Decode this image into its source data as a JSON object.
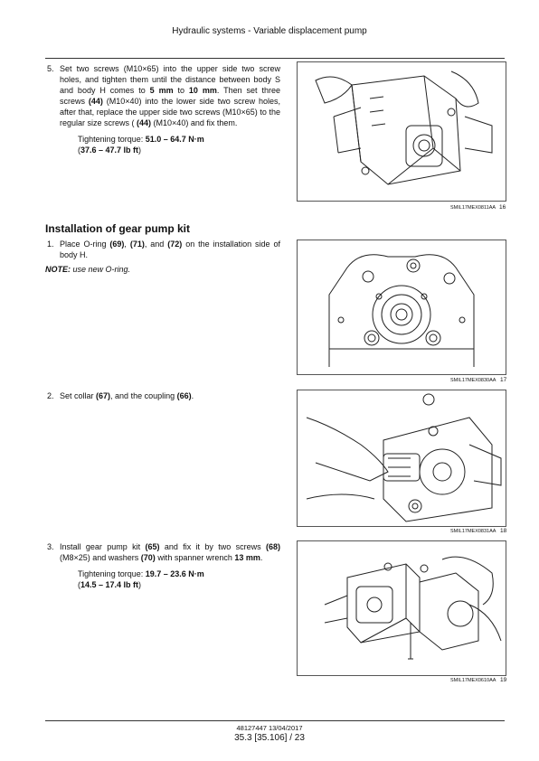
{
  "header": {
    "title": "Hydraulic systems - Variable displacement pump"
  },
  "step5": {
    "num": "5.",
    "text_a": "Set two screws (M10×65) into the upper side two screw holes, and tighten them until the distance between body S and body H comes to ",
    "b1": "5 mm",
    "text_b": " to ",
    "b2": "10 mm",
    "text_c": ".  Then set three screws ",
    "b3": "(44)",
    "text_d": " (M10×40) into the lower side two screw holes, after that, replace the upper side two screws (M10×65) to the regular size screws ( ",
    "b4": "(44)",
    "text_e": " (M10×40) and fix them.",
    "torque_label": "Tightening torque: ",
    "torque_nm": "51.0 – 64.7 N·m",
    "torque_paren_open": "(",
    "torque_lbft": "37.6 – 47.7 lb ft",
    "torque_paren_close": ")"
  },
  "section": {
    "title": "Installation of gear pump kit"
  },
  "step1": {
    "num": "1.",
    "text_a": "Place O-ring ",
    "b1": "(69)",
    "text_b": ", ",
    "b2": "(71)",
    "text_c": ", and ",
    "b3": "(72)",
    "text_d": " on the installation side of body H.",
    "note_label": "NOTE:",
    "note_text": " use new O-ring."
  },
  "step2": {
    "num": "2.",
    "text_a": "Set collar ",
    "b1": "(67)",
    "text_b": ", and the coupling ",
    "b2": "(66)",
    "text_c": "."
  },
  "step3": {
    "num": "3.",
    "text_a": "Install gear pump kit ",
    "b1": "(65)",
    "text_b": " and fix it by two screws ",
    "b2": "(68)",
    "text_c": " (M8×25) and washers ",
    "b3": "(70)",
    "text_d": " with spanner wrench ",
    "b4": "13 mm",
    "text_e": ".",
    "torque_label": "Tightening torque: ",
    "torque_nm": "19.7 – 23.6 N·m",
    "torque_paren_open": "(",
    "torque_lbft": "14.5 – 17.4 lb ft",
    "torque_paren_close": ")"
  },
  "figures": [
    {
      "code": "SMIL17MEX0811AA",
      "number": "16"
    },
    {
      "code": "SMIL17MEX0830AA",
      "number": "17"
    },
    {
      "code": "SMIL17MEX0831AA",
      "number": "18"
    },
    {
      "code": "SMIL17MEX0610AA",
      "number": "19"
    }
  ],
  "footer": {
    "doc": "48127447 13/04/2017",
    "page": "35.3 [35.106] / 23"
  }
}
